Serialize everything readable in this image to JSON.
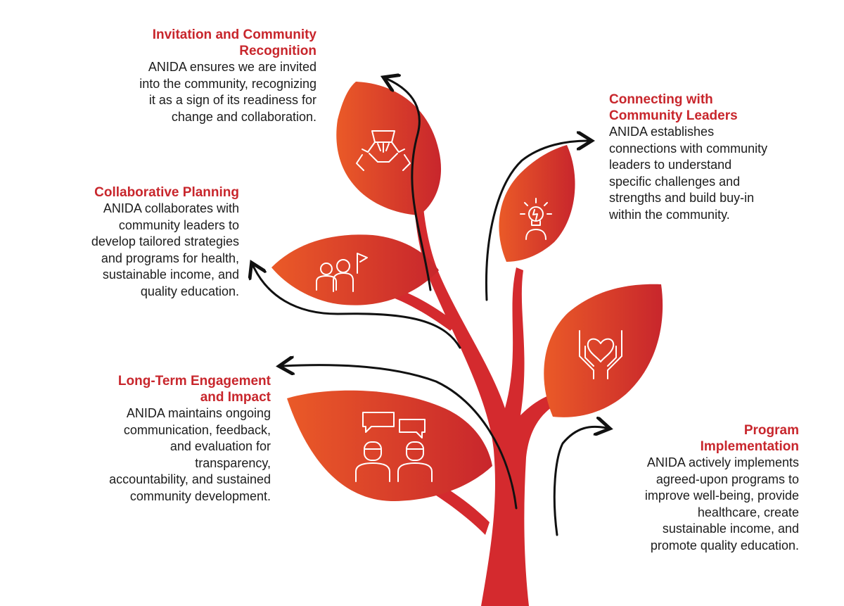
{
  "colors": {
    "accent": "#c8262c",
    "leaf_light": "#ea5a28",
    "leaf_dark": "#c8262c",
    "text": "#1c1c1c",
    "arrow": "#111111"
  },
  "steps": [
    {
      "id": "invitation",
      "heading_lines": [
        "Invitation and Community",
        "Recognition"
      ],
      "body_lines": [
        "ANIDA ensures we are invited",
        "into the community, recognizing",
        "it as a sign of its readiness for",
        "change and collaboration."
      ],
      "icon": "teamwork-hands-icon"
    },
    {
      "id": "connecting",
      "heading_lines": [
        "Connecting with",
        "Community Leaders"
      ],
      "body_lines": [
        "ANIDA establishes",
        "connections with community",
        "leaders to understand",
        "specific challenges and",
        "strengths and build buy-in",
        "within the community."
      ],
      "icon": "lightbulb-person-icon"
    },
    {
      "id": "planning",
      "heading_lines": [
        "Collaborative Planning"
      ],
      "body_lines": [
        "ANIDA collaborates with",
        "community leaders to",
        "develop tailored strategies",
        "and programs for health,",
        "sustainable income, and",
        "quality education."
      ],
      "icon": "people-flag-icon"
    },
    {
      "id": "program",
      "heading_lines": [
        "Program",
        "Implementation"
      ],
      "body_lines": [
        "ANIDA actively implements",
        "agreed-upon programs to",
        "improve well-being, provide",
        "healthcare, create",
        "sustainable income, and",
        "promote quality education."
      ],
      "icon": "hands-heart-icon"
    },
    {
      "id": "longterm",
      "heading_lines": [
        "Long-Term Engagement",
        "and Impact"
      ],
      "body_lines": [
        "ANIDA maintains ongoing",
        "communication, feedback,",
        "and evaluation for",
        "transparency,",
        "accountability, and sustained",
        "community development."
      ],
      "icon": "two-people-chat-icon"
    }
  ]
}
